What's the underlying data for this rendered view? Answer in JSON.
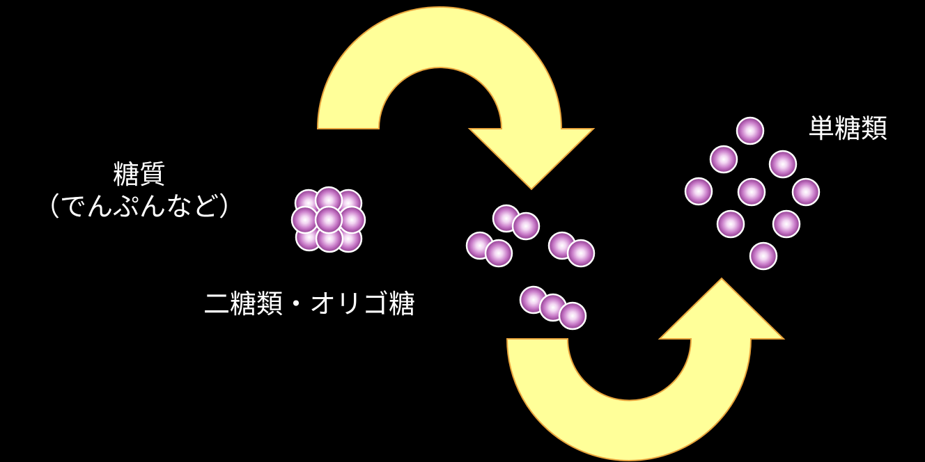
{
  "labels": {
    "starch_line1": "糖質",
    "starch_line2": "（でんぷんなど）",
    "disaccharide": "二糖類・オリゴ糖",
    "monosaccharide": "単糖類"
  },
  "colors": {
    "background": "#000000",
    "arrow_fill": "#ffff99",
    "arrow_stroke": "#e8a33c",
    "sphere_center": "#ffffff",
    "sphere_mid": "#c97cc9",
    "sphere_edge": "#8e3a8e",
    "sphere_outline": "#ffffff",
    "text": "#ffffff"
  }
}
